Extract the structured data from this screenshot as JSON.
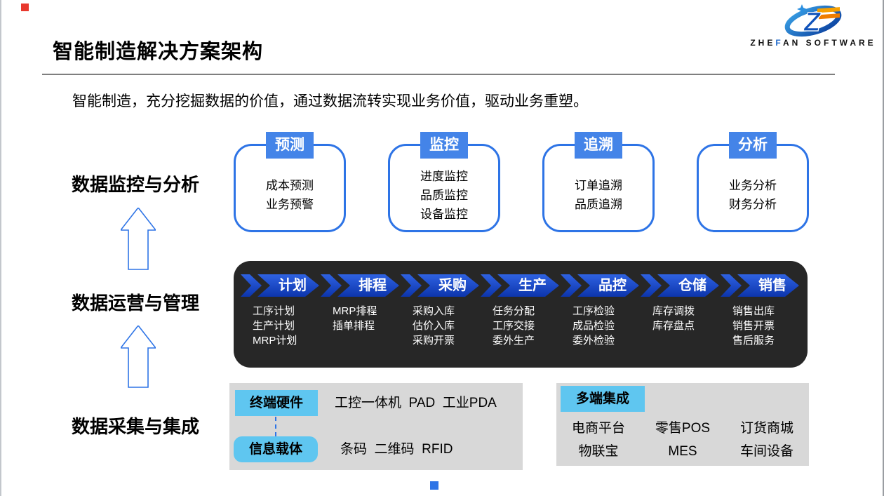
{
  "header": {
    "title": "智能制造解决方案架构",
    "subtitle": "智能制造，充分挖掘数据的价值，通过数据流转实现业务价值，驱动业务重塑。"
  },
  "logo": {
    "word_pre": "ZHE",
    "word_accent": "F",
    "word_post": "AN SOFTWARE"
  },
  "sections": {
    "monitor_label": "数据监控与分析",
    "operation_label": "数据运营与管理",
    "collection_label": "数据采集与集成"
  },
  "monitor_boxes": [
    {
      "tab": "预测",
      "items": [
        "成本预测",
        "业务预警"
      ]
    },
    {
      "tab": "监控",
      "items": [
        "进度监控",
        "品质监控",
        "设备监控"
      ]
    },
    {
      "tab": "追溯",
      "items": [
        "订单追溯",
        "品质追溯"
      ]
    },
    {
      "tab": "分析",
      "items": [
        "业务分析",
        "财务分析"
      ]
    }
  ],
  "process_band": [
    {
      "tab": "计划",
      "items": [
        "工序计划",
        "生产计划",
        "MRP计划"
      ]
    },
    {
      "tab": "排程",
      "items": [
        "MRP排程",
        "插单排程"
      ]
    },
    {
      "tab": "采购",
      "items": [
        "采购入库",
        "估价入库",
        "采购开票"
      ]
    },
    {
      "tab": "生产",
      "items": [
        "任务分配",
        "工序交接",
        "委外生产"
      ]
    },
    {
      "tab": "品控",
      "items": [
        "工序检验",
        "成品检验",
        "委外检验"
      ]
    },
    {
      "tab": "仓储",
      "items": [
        "库存调拨",
        "库存盘点"
      ]
    },
    {
      "tab": "销售",
      "items": [
        "销售出库",
        "销售开票",
        "售后服务"
      ]
    }
  ],
  "collection": {
    "hardware_label": "终端硬件",
    "hardware_items": "工控一体机  PAD  工业PDA",
    "carrier_label": "信息载体",
    "carrier_items": "条码  二维码  RFID",
    "integration_label": "多端集成",
    "integration_items": [
      "电商平台",
      "零售POS",
      "订货商城",
      "物联宝",
      "MES",
      "车间设备"
    ]
  },
  "colors": {
    "accent_blue": "#2e74e6",
    "tab_blue": "#4484e8",
    "chevron_blue_top": "#2f62e2",
    "chevron_blue_bottom": "#0c35ac",
    "band_dark": "#272727",
    "panel_gray": "#d8d8d8",
    "cyan_label": "#5fc6f0",
    "logo_orange": "#f6a000",
    "marker_red": "#e8392e",
    "marker_blue": "#2e74e6"
  }
}
